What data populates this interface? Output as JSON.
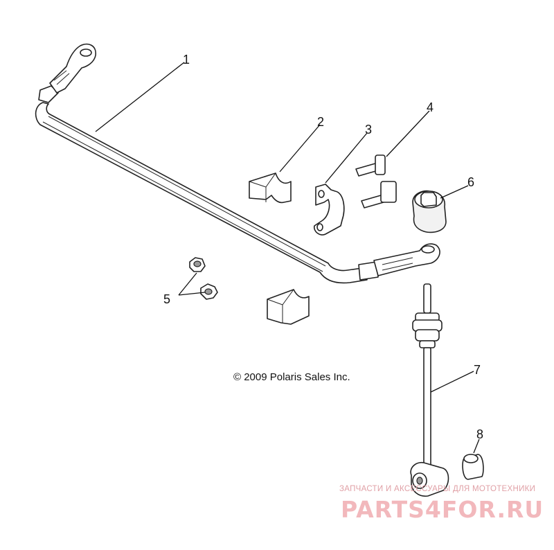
{
  "callouts": {
    "c1": "1",
    "c2": "2",
    "c3": "3",
    "c4": "4",
    "c5": "5",
    "c6": "6",
    "c7": "7",
    "c8": "8"
  },
  "copyright": "© 2009 Polaris Sales Inc.",
  "watermark": {
    "tagline": "ЗАПЧАСТИ И АКСЕССУАРЫ ДЛЯ МОТОТЕХНИКИ",
    "brand": "PARTS4FOR.RU"
  }
}
